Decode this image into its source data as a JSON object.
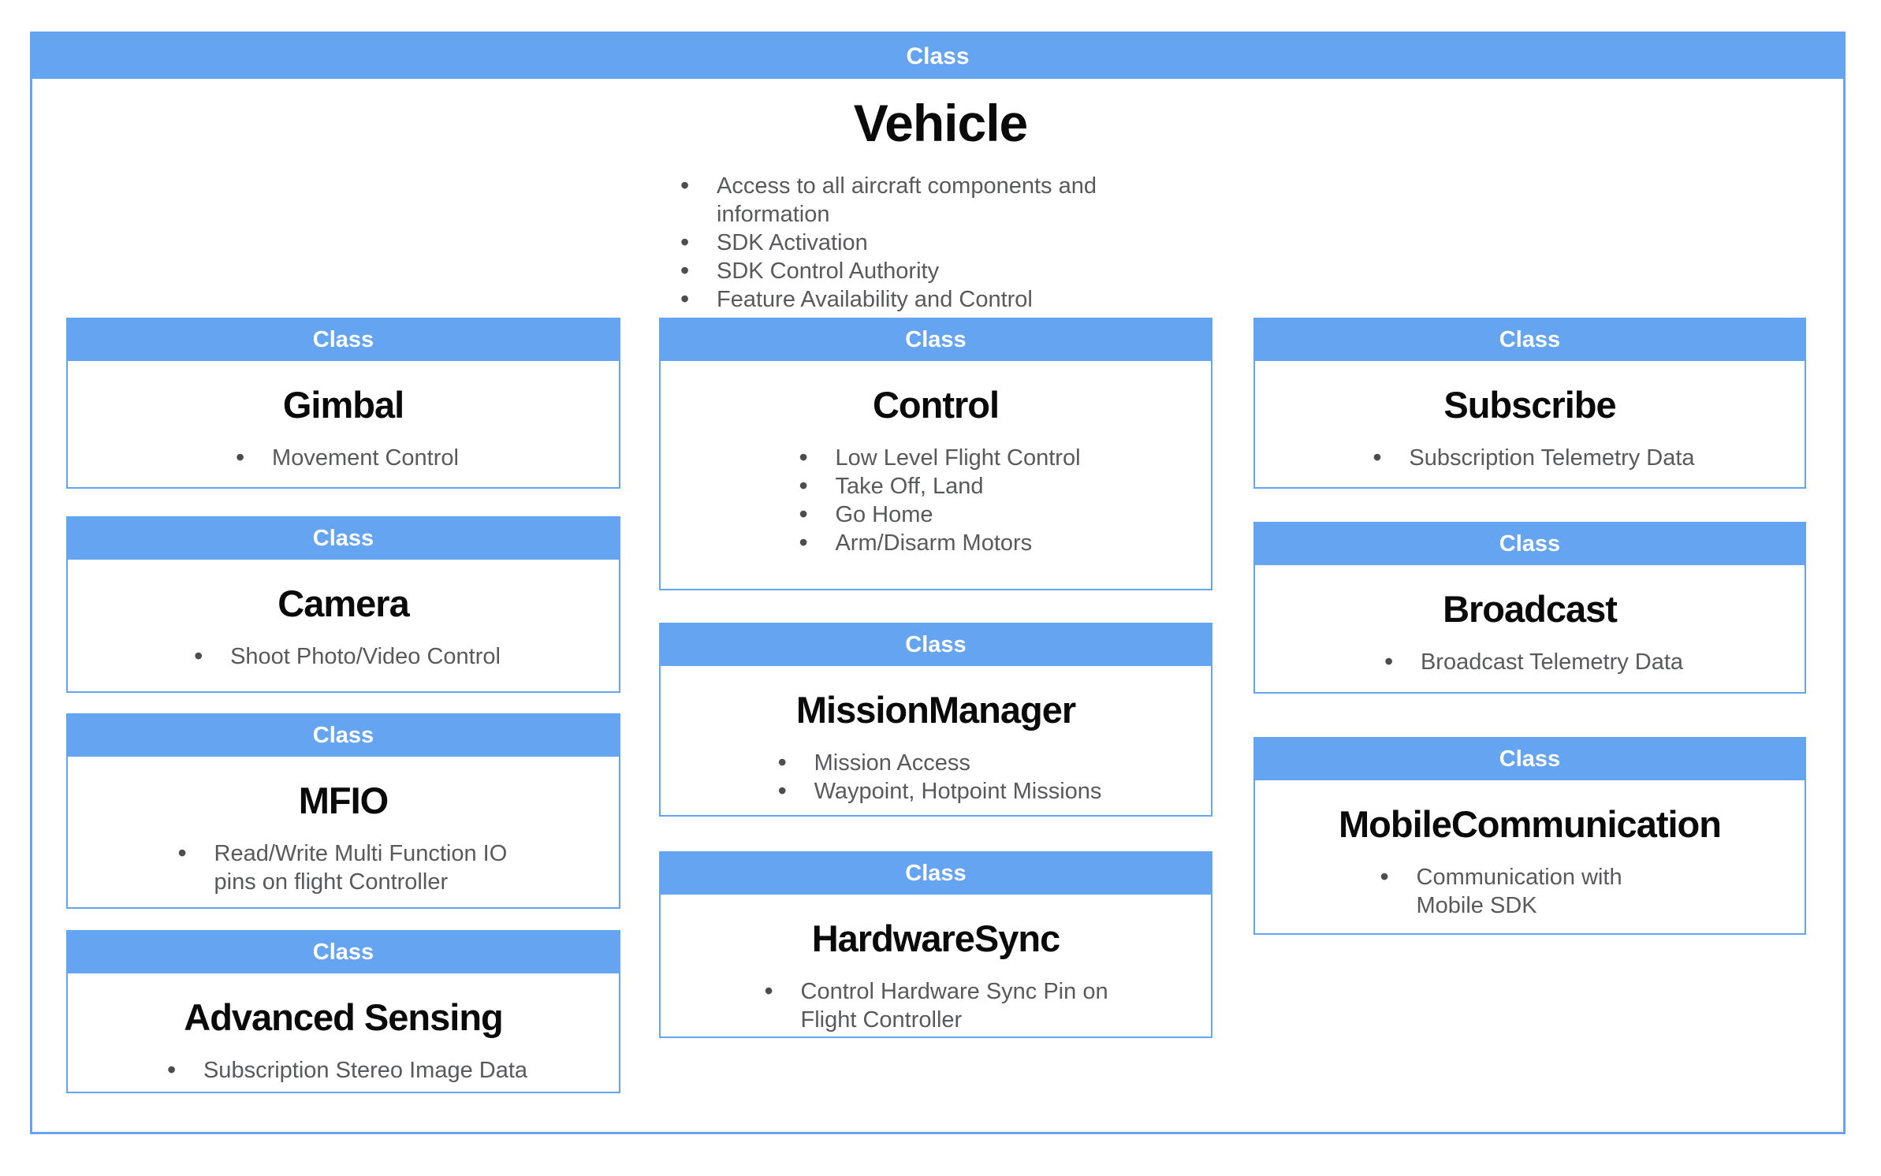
{
  "palette": {
    "header_blue": "#64a4f0",
    "border_blue": "#64a4f0",
    "header_text": "#ffffff",
    "title_text": "#0a0a0a",
    "bullet_text": "#58595b"
  },
  "root": {
    "header_label": "Class"
  },
  "vehicle": {
    "title": "Vehicle",
    "bullets": [
      "Access to all aircraft components and information",
      "SDK Activation",
      "SDK Control Authority",
      "Feature Availability and Control"
    ]
  },
  "cards": {
    "gimbal": {
      "header_label": "Class",
      "title": "Gimbal",
      "bullets": [
        "Movement Control"
      ]
    },
    "camera": {
      "header_label": "Class",
      "title": "Camera",
      "bullets": [
        "Shoot Photo/Video Control"
      ]
    },
    "mfio": {
      "header_label": "Class",
      "title": "MFIO",
      "bullets": [
        "Read/Write Multi Function IO pins on flight Controller"
      ]
    },
    "advanced_sensing": {
      "header_label": "Class",
      "title": "Advanced Sensing",
      "bullets": [
        "Subscription Stereo Image Data"
      ]
    },
    "control": {
      "header_label": "Class",
      "title": "Control",
      "bullets": [
        "Low Level Flight Control",
        "Take Off, Land",
        "Go Home",
        "Arm/Disarm Motors"
      ]
    },
    "mission_manager": {
      "header_label": "Class",
      "title": "MissionManager",
      "bullets": [
        "Mission Access",
        "Waypoint, Hotpoint Missions"
      ]
    },
    "hardware_sync": {
      "header_label": "Class",
      "title": "HardwareSync",
      "bullets": [
        "Control Hardware Sync Pin on Flight Controller"
      ]
    },
    "subscribe": {
      "header_label": "Class",
      "title": "Subscribe",
      "bullets": [
        "Subscription Telemetry Data"
      ]
    },
    "broadcast": {
      "header_label": "Class",
      "title": "Broadcast",
      "bullets": [
        "Broadcast Telemetry Data"
      ]
    },
    "mobile_communication": {
      "header_label": "Class",
      "title": "MobileCommunication",
      "bullets": [
        "Communication with Mobile SDK"
      ]
    }
  }
}
